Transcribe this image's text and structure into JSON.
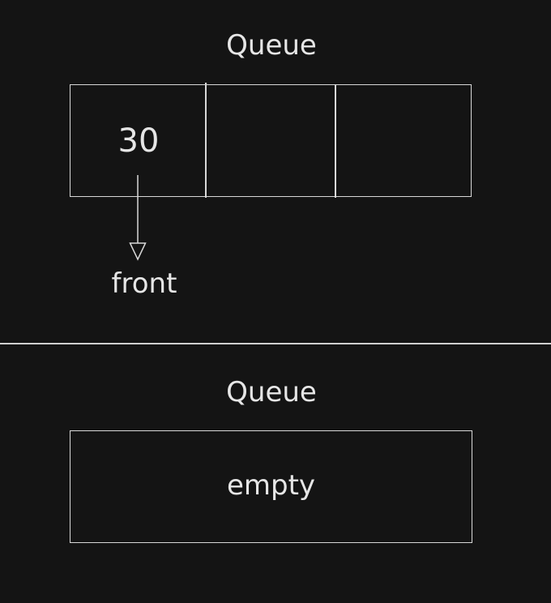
{
  "top_panel": {
    "title": "Queue",
    "cells": [
      "30",
      "",
      ""
    ],
    "pointer_label": "front"
  },
  "bottom_panel": {
    "title": "Queue",
    "status_text": "empty"
  },
  "colors": {
    "background": "#141414",
    "foreground": "#e6e6e6",
    "line": "#d8d8d8"
  }
}
